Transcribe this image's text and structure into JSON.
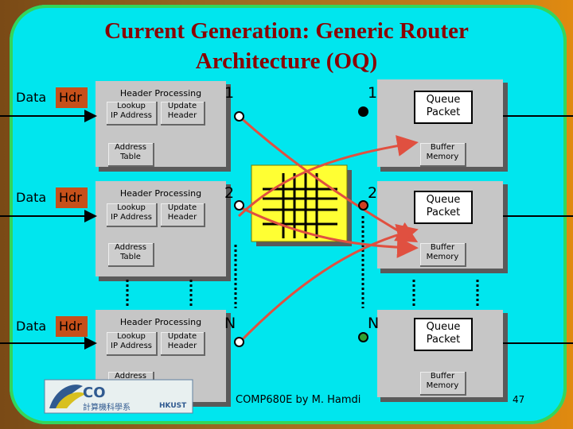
{
  "slide": {
    "title_line1": "Current Generation: Generic Router",
    "title_line2": "Architecture (OQ)",
    "footer": "COMP680E by M. Hamdi",
    "page_number": "47"
  },
  "rows": [
    {
      "data": "Data",
      "hdr": "Hdr",
      "header_processing": "Header Processing",
      "lookup": "Lookup\nIP Address",
      "update": "Update\nHeader",
      "address_table": "Address\nTable",
      "in_port": "1",
      "out_port": "1",
      "queue": "Queue\nPacket",
      "buffer": "Buffer\nMemory"
    },
    {
      "data": "Data",
      "hdr": "Hdr",
      "header_processing": "Header Processing",
      "lookup": "Lookup\nIP Address",
      "update": "Update\nHeader",
      "address_table": "Address\nTable",
      "in_port": "2",
      "out_port": "2",
      "queue": "Queue\nPacket",
      "buffer": "Buffer\nMemory"
    },
    {
      "data": "Data",
      "hdr": "Hdr",
      "header_processing": "Header Processing",
      "lookup": "Lookup\nIP Address",
      "update": "Update\nHeader",
      "address_table": "Address\nTable",
      "in_port": "N",
      "out_port": "N",
      "queue": "Queue\nPacket",
      "buffer": "Buffer\nMemory"
    }
  ],
  "logo": {
    "text_left": "CO",
    "text_cn": "計算機科學系",
    "text_right": "HKUST"
  },
  "colors": {
    "panel": "#00e6ee",
    "border": "#33d65a",
    "title": "#8b0000",
    "hdr": "#c7501a",
    "arrow": "#e05040",
    "switch": "#ffff33",
    "dot_out_red": "#d04020",
    "dot_out_green": "#30a030"
  }
}
